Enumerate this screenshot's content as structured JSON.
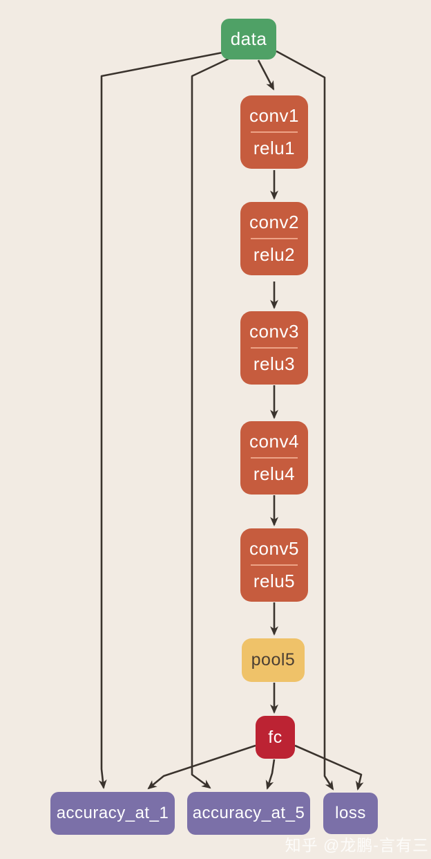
{
  "diagram": {
    "nodes": {
      "data": {
        "label": "data",
        "type": "input"
      },
      "conv1": {
        "top": "conv1",
        "bottom": "relu1",
        "type": "conv"
      },
      "conv2": {
        "top": "conv2",
        "bottom": "relu2",
        "type": "conv"
      },
      "conv3": {
        "top": "conv3",
        "bottom": "relu3",
        "type": "conv"
      },
      "conv4": {
        "top": "conv4",
        "bottom": "relu4",
        "type": "conv"
      },
      "conv5": {
        "top": "conv5",
        "bottom": "relu5",
        "type": "conv"
      },
      "pool5": {
        "label": "pool5",
        "type": "pool"
      },
      "fc": {
        "label": "fc",
        "type": "fully-connected"
      },
      "accuracy_at_1": {
        "label": "accuracy_at_1",
        "type": "output"
      },
      "accuracy_at_5": {
        "label": "accuracy_at_5",
        "type": "output"
      },
      "loss": {
        "label": "loss",
        "type": "output"
      }
    },
    "edges": [
      {
        "from": "data",
        "to": "conv1"
      },
      {
        "from": "data",
        "to": "accuracy_at_1"
      },
      {
        "from": "data",
        "to": "accuracy_at_5"
      },
      {
        "from": "data",
        "to": "loss"
      },
      {
        "from": "conv1",
        "to": "conv2"
      },
      {
        "from": "conv2",
        "to": "conv3"
      },
      {
        "from": "conv3",
        "to": "conv4"
      },
      {
        "from": "conv4",
        "to": "conv5"
      },
      {
        "from": "conv5",
        "to": "pool5"
      },
      {
        "from": "pool5",
        "to": "fc"
      },
      {
        "from": "fc",
        "to": "accuracy_at_1"
      },
      {
        "from": "fc",
        "to": "accuracy_at_5"
      },
      {
        "from": "fc",
        "to": "loss"
      }
    ],
    "colors": {
      "background": "#f2ebe3",
      "input_node": "#4fa166",
      "conv_node": "#c65c3e",
      "conv_divider": "#eda387",
      "pool_node": "#efc269",
      "pool_text": "#4a3e33",
      "fc_node": "#bc2333",
      "output_node": "#7b70a8",
      "node_text": "#ffffff",
      "edge": "#3a332d"
    }
  },
  "watermark": {
    "text": "知乎 @龙鹏-言有三"
  }
}
